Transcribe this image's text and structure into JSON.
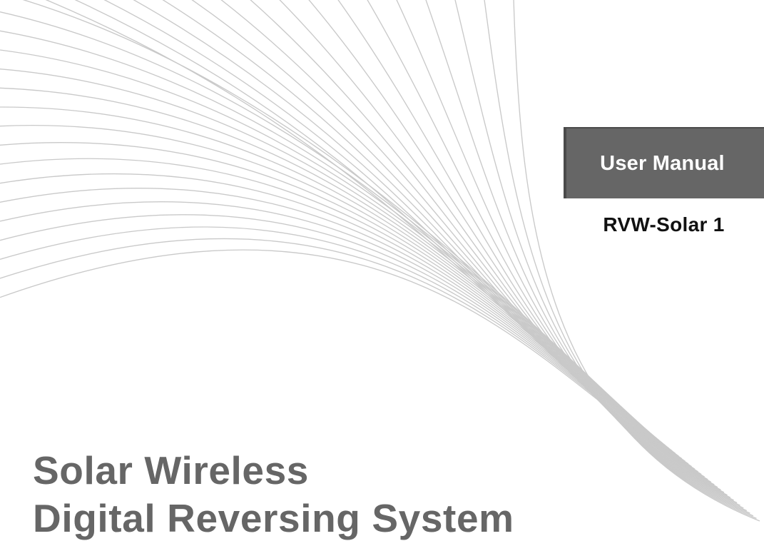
{
  "cover": {
    "manual_label": "User Manual",
    "model": "RVW-Solar 1",
    "title_line_1": "Solar Wireless",
    "title_line_2": "Digital Reversing System",
    "colors": {
      "background": "#ffffff",
      "title_text": "#666666",
      "manual_box": "#666666",
      "manual_text": "#ffffff",
      "model_text": "#111111",
      "line_art": "#c9c9c9"
    }
  }
}
